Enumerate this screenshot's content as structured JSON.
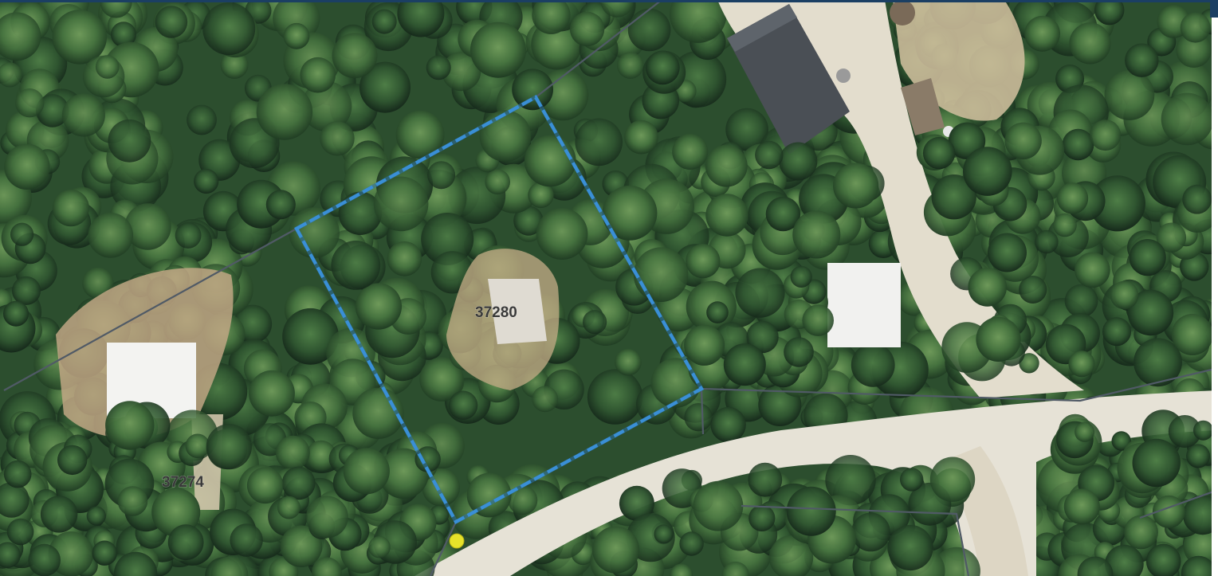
{
  "map": {
    "type": "aerial parcel map",
    "parcel_labels": {
      "subject": "37280",
      "west": "37274"
    },
    "colors": {
      "parcel_outline": "#3a8fd6",
      "parcel_lines": "#505a66",
      "marker": "#e6e22a",
      "frame": "#1b3f63",
      "forest": "#3e6b3c",
      "road": "#e6e2d6",
      "roof_dark": "#4a4f55",
      "roof_light": "#f1f1ef"
    },
    "features": [
      "subject-parcel",
      "parcel-lines",
      "roads",
      "buildings",
      "tree-canopy",
      "point-marker"
    ]
  }
}
